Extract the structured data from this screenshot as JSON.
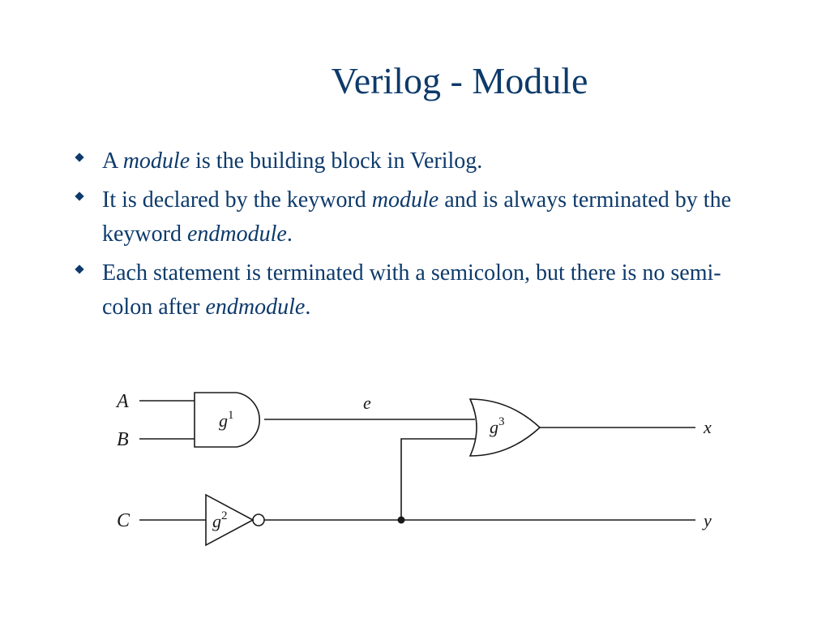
{
  "slide": {
    "title": "Verilog - Module",
    "bullets": [
      {
        "parts": [
          {
            "text": "A ",
            "italic": false
          },
          {
            "text": "module",
            "italic": true
          },
          {
            "text": " is the building block in Verilog.",
            "italic": false
          }
        ]
      },
      {
        "parts": [
          {
            "text": "It is declared by the keyword ",
            "italic": false
          },
          {
            "text": "module",
            "italic": true
          },
          {
            "text": " and is always terminated by the keyword ",
            "italic": false
          },
          {
            "text": "endmodule",
            "italic": true
          },
          {
            "text": ".",
            "italic": false
          }
        ]
      },
      {
        "parts": [
          {
            "text": "Each statement is terminated with a semicolon, but there is no semi-colon after ",
            "italic": false
          },
          {
            "text": "endmodule",
            "italic": true
          },
          {
            "text": ".",
            "italic": false
          }
        ]
      }
    ]
  },
  "diagram": {
    "inputs": {
      "a": "A",
      "b": "B",
      "c": "C"
    },
    "gates": {
      "g1": {
        "name": "g",
        "sup": "1"
      },
      "g2": {
        "name": "g",
        "sup": "2"
      },
      "g3": {
        "name": "g",
        "sup": "3"
      }
    },
    "wire_e": "e",
    "outputs": {
      "x": "x",
      "y": "y"
    }
  },
  "colors": {
    "text": "#0d3a6b",
    "line": "#1a1a1a"
  }
}
